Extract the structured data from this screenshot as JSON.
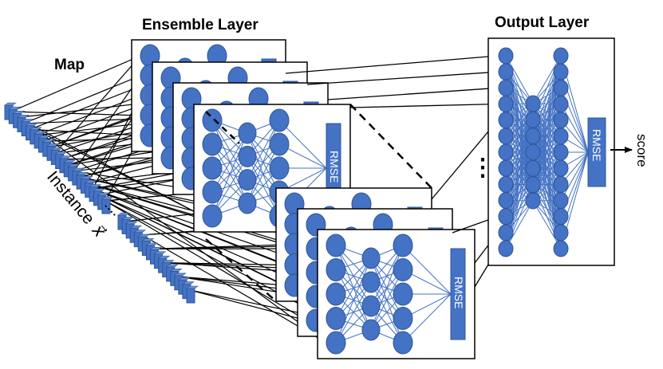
{
  "labels": {
    "ensemble_layer": "Ensemble Layer",
    "output_layer": "Output Layer",
    "map": "Map",
    "instance": "Instance",
    "instance_symbol": "x⃗",
    "rmse": "RMSE",
    "score": "score",
    "ellipsis": "⋮"
  },
  "colors": {
    "node_fill": "#4472C4",
    "node_stroke": "#2F5597",
    "connection": "#4472C4",
    "arrow": "#000000",
    "frame": "#000000"
  },
  "structure": {
    "ensemble_upper_autoencoders": 4,
    "ensemble_lower_autoencoders": 3,
    "autoencoder_layers": [
      5,
      4,
      5
    ],
    "output_layers": [
      13,
      7,
      13
    ],
    "instance_segments": 2
  }
}
